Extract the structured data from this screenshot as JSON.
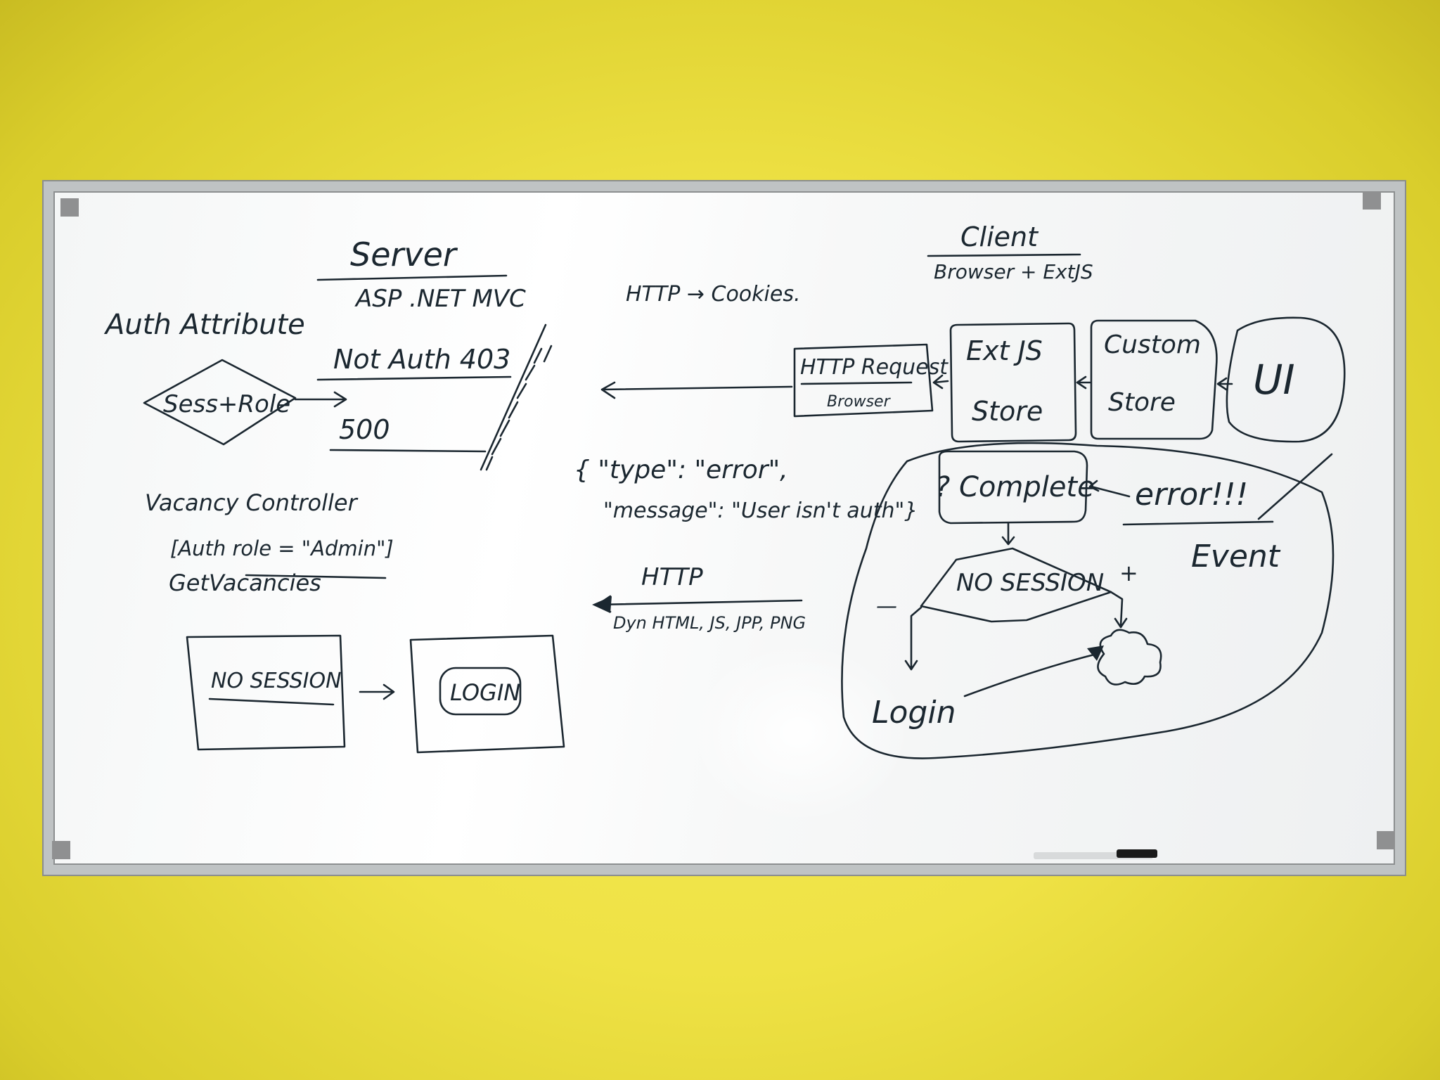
{
  "whiteboard": {
    "server_title": "Server",
    "server_subtitle": "ASP .NET MVC",
    "auth_attribute": "Auth Attribute",
    "diamond_label": "Sess+Role",
    "not_auth": "Not Auth 403",
    "code_500": "500",
    "http_cookies": "HTTP → Cookies.",
    "client_title": "Client",
    "client_subtitle": "Browser + ExtJS",
    "http_request": "HTTP Request",
    "browser": "Browser",
    "extjs_line1": "Ext JS",
    "extjs_line2": "Store",
    "custom_line1": "Custom",
    "custom_line2": "Store",
    "ui": "UI",
    "json_line1": "{ \"type\": \"error\",",
    "json_line2": "\"message\": \"User isn't auth\"}",
    "vacancy_controller": "Vacancy Controller",
    "auth_role": "[Auth role = \"Admin\"]",
    "get_vacancies": "GetVacancies",
    "http_label": "HTTP",
    "http_content": "Dyn HTML, JS, JPP, PNG",
    "complete": "? Complete",
    "error": "error!!!",
    "event": "Event",
    "no_session_diamond": "NO SESSION",
    "plus": "+",
    "minus": "—",
    "login_client": "Login",
    "no_session_box": "NO SESSION",
    "login_box": "LOGIN"
  }
}
